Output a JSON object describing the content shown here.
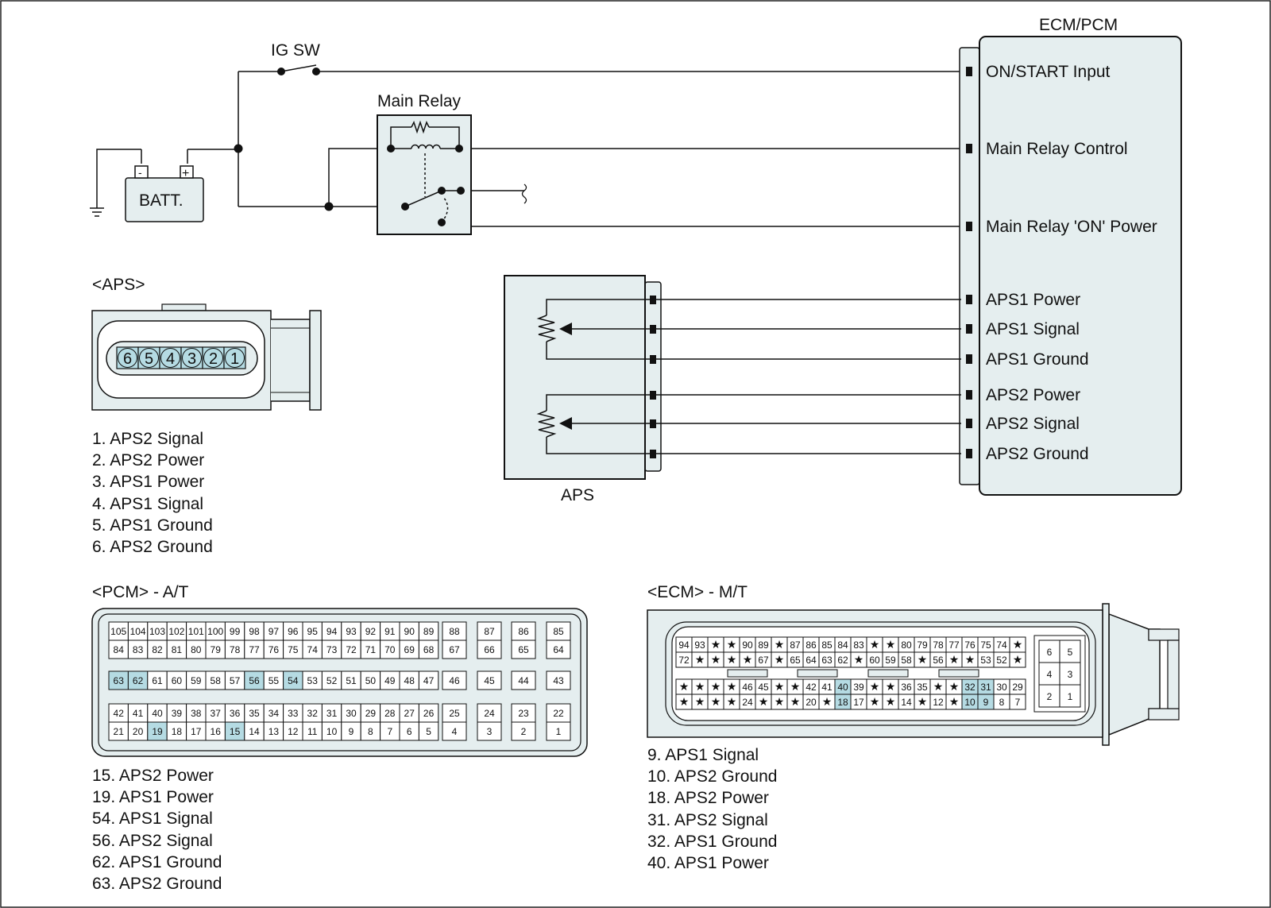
{
  "labels": {
    "ig_sw": "IG SW",
    "main_relay": "Main Relay",
    "batt": "BATT.",
    "batt_minus": "-",
    "batt_plus": "+",
    "ecm_pcm": "ECM/PCM",
    "aps_connector_title": "<APS>",
    "aps_sensor": "APS",
    "pcm_title": "<PCM> - A/T",
    "ecm_title": "<ECM> - M/T",
    "star": "★"
  },
  "ecm_inputs": [
    "ON/START Input",
    "Main Relay Control",
    "Main Relay 'ON' Power",
    "APS1 Power",
    "APS1 Signal",
    "APS1 Ground",
    "APS2 Power",
    "APS2 Signal",
    "APS2 Ground"
  ],
  "aps_connector": {
    "pins": [
      "6",
      "5",
      "4",
      "3",
      "2",
      "1"
    ],
    "legend": [
      "1. APS2 Signal",
      "2. APS2 Power",
      "3. APS1 Power",
      "4. APS1 Signal",
      "5. APS1 Ground",
      "6. APS2 Ground"
    ]
  },
  "pcm": {
    "rows": [
      [
        "105",
        "104",
        "103",
        "102",
        "101",
        "100",
        "99",
        "98",
        "97",
        "96",
        "95",
        "94",
        "93",
        "92",
        "91",
        "90",
        "89"
      ],
      [
        "84",
        "83",
        "82",
        "81",
        "80",
        "79",
        "78",
        "77",
        "76",
        "75",
        "74",
        "73",
        "72",
        "71",
        "70",
        "69",
        "68"
      ],
      [
        "63",
        "62",
        "61",
        "60",
        "59",
        "58",
        "57",
        "56",
        "55",
        "54",
        "53",
        "52",
        "51",
        "50",
        "49",
        "48",
        "47"
      ],
      [
        "42",
        "41",
        "40",
        "39",
        "38",
        "37",
        "36",
        "35",
        "34",
        "33",
        "32",
        "31",
        "30",
        "29",
        "28",
        "27",
        "26"
      ],
      [
        "21",
        "20",
        "19",
        "18",
        "17",
        "16",
        "15",
        "14",
        "13",
        "12",
        "11",
        "10",
        "9",
        "8",
        "7",
        "6",
        "5"
      ]
    ],
    "side": [
      [
        "88",
        "87",
        "86",
        "85"
      ],
      [
        "67",
        "66",
        "65",
        "64"
      ],
      [
        "46",
        "45",
        "44",
        "43"
      ],
      [
        "25",
        "24",
        "23",
        "22"
      ],
      [
        "4",
        "3",
        "2",
        "1"
      ]
    ],
    "highlighted": [
      "63",
      "62",
      "56",
      "54",
      "19",
      "15"
    ],
    "legend": [
      "15. APS2 Power",
      "19. APS1 Power",
      "54. APS1 Signal",
      "56. APS2 Signal",
      "62. APS1 Ground",
      "63. APS2 Ground"
    ]
  },
  "ecm": {
    "rows": [
      [
        "94",
        "93",
        "*",
        "*",
        "90",
        "89",
        "*",
        "87",
        "86",
        "85",
        "84",
        "83",
        "*",
        "*",
        "80",
        "79",
        "78",
        "77",
        "76",
        "75",
        "74",
        "*"
      ],
      [
        "72",
        "*",
        "*",
        "*",
        "*",
        "67",
        "*",
        "65",
        "64",
        "63",
        "62",
        "*",
        "60",
        "59",
        "58",
        "*",
        "56",
        "*",
        "*",
        "53",
        "52",
        "*"
      ],
      [
        "*",
        "*",
        "*",
        "*",
        "46",
        "45",
        "*",
        "*",
        "42",
        "41",
        "40",
        "39",
        "*",
        "*",
        "36",
        "35",
        "*",
        "*",
        "32",
        "31",
        "30",
        "29"
      ],
      [
        "*",
        "*",
        "*",
        "*",
        "24",
        "*",
        "*",
        "*",
        "20",
        "*",
        "18",
        "17",
        "*",
        "*",
        "14",
        "*",
        "12",
        "*",
        "10",
        "9",
        "8",
        "7"
      ]
    ],
    "side": [
      [
        "6",
        "5"
      ],
      [
        "4",
        "3"
      ],
      [
        "2",
        "1"
      ]
    ],
    "highlighted": [
      "40",
      "18",
      "32",
      "31",
      "10",
      "9"
    ],
    "legend": [
      "9. APS1 Signal",
      "10. APS2 Ground",
      "18. APS2 Power",
      "31. APS2 Signal",
      "32. APS1 Ground",
      "40. APS1 Power"
    ]
  },
  "colors": {
    "highlight": "#b5dbe3",
    "panel": "#e5eeef",
    "line": "#111111"
  }
}
